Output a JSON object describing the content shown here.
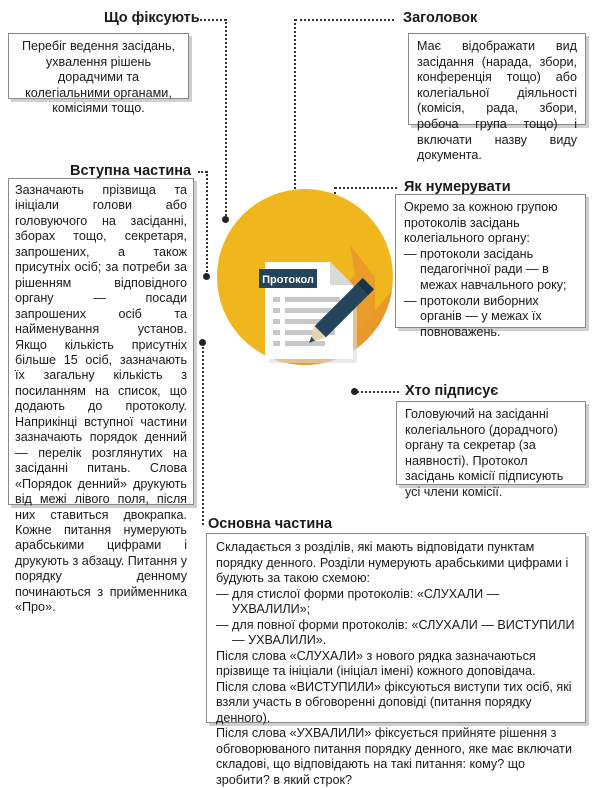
{
  "sections": {
    "what_fixed": {
      "title": "Що фіксують",
      "text": "Перебіг ведення засідань, ухвалення рішень дорадчими та колегіальними органами, комісіями тощо."
    },
    "header": {
      "title": "Заголовок",
      "text": "Має відображати вид засідання (нарада, збори, конференція тощо) або колегіальної діяльності (комісія, рада, збори, робоча група тощо) і включати назву виду документа."
    },
    "intro": {
      "title": "Вступна частина",
      "text": "Зазначають прізвища та ініціали голови або головуючого на засіданні, зборах тощо, секретаря, запрошених, а також присутніх осіб; за потреби за рішенням відповідного органу — посади запрошених осіб та найменування установ. Якщо кількість присутніх більше 15 осіб, зазначають їх загальну кількість з посиланням на список, що додають до протоколу. Наприкінці вступної частини зазначають порядок денний — перелік розглянутих на засіданні питань. Слова «Порядок денний» друкують від межі лівого поля, після них ставиться двокрапка. Кожне питання нумерують арабськими цифрами і друкують з абзацу. Питання у порядку денному починаються з прийменника «Про»."
    },
    "numbering": {
      "title": "Як нумерувати",
      "intro": "Окремо за кожною групою протоколів засідань колегіального органу:",
      "items": [
        "протоколи засідань педагогічної ради — в межах навчального року;",
        "протоколи виборних органів — у межах їх повноважень."
      ]
    },
    "signs": {
      "title": "Хто підписує",
      "text": "Головуючий на засіданні колегіального (дорадчого) органу та секретар (за наявності). Протокол засідань комісії підписують усі члени комісії."
    },
    "main": {
      "title": "Основна частина",
      "intro": "Складається з розділів, які мають відповідати пунктам порядку денного. Розділи нумерують арабськими цифрами і будують за такою схемою:",
      "items": [
        "для стислої форми протоколів: «СЛУХАЛИ — УХВАЛИЛИ»;",
        "для повної форми протоколів: «СЛУХАЛИ — ВИСТУПИЛИ — УХВАЛИЛИ»."
      ],
      "paragraphs": [
        "Після слова «СЛУХАЛИ» з нового рядка зазначаються прізвище та ініціали (ініціал імені) кожного доповідача.",
        "Після слова «ВИСТУПИЛИ» фіксуються виступи тих осіб, які взяли участь в обговоренні доповіді (питання порядку денного).",
        "Після слова «УХВАЛИЛИ» фіксується прийняте рішення з обговорюваного питання порядку денного, яке має включати складові, що відповідають на такі питання: кому? що зробити? в який строк?"
      ]
    }
  },
  "illustration": {
    "document_label": "Протокол",
    "circle_color": "#f0b61e",
    "shadow_color": "#e8992a",
    "label_color": "#24445c",
    "pencil_color": "#24445c"
  }
}
